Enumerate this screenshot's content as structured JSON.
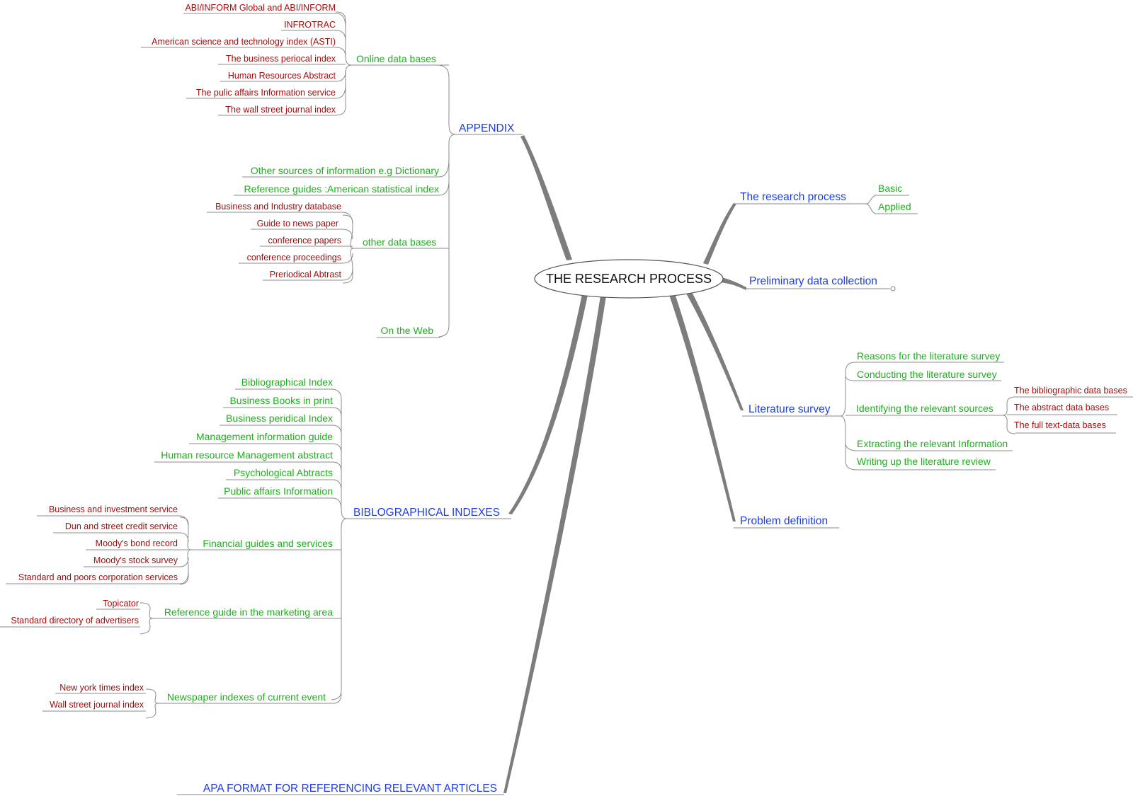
{
  "center": {
    "label": "THE RESEARCH PROCESS"
  },
  "branches": {
    "appendix": {
      "label": "APPENDIX",
      "online": {
        "label": "Online data bases",
        "items": [
          "ABI/INFORM Global and ABI/INFORM",
          "INFROTRAC",
          "American science and technology index (ASTI)",
          "The business periocal index",
          "Human Resources Abstract",
          "The pulic affairs Information service",
          "The wall street journal index"
        ]
      },
      "other_sources": "Other sources of information e.g Dictionary",
      "reference_guides": "Reference guides :American statistical index",
      "other_db": {
        "label": "other data bases",
        "items": [
          "Business and Industry database",
          "Guide to news paper",
          "conference papers",
          "conference proceedings",
          "Preriodical Abtrast"
        ]
      },
      "web": "On the Web"
    },
    "biblio": {
      "label": "BIBLOGRAPHICAL INDEXES",
      "items": [
        "Bibliographical Index",
        "Business Books in print",
        "Business peridical Index",
        "Management information guide",
        "Human resource Management abstract",
        "Psychological Abtracts",
        "Public affairs Information"
      ],
      "financial": {
        "label": "Financial guides and services",
        "items": [
          "Business and investment  service",
          "Dun and street credit service",
          "Moody's bond record",
          "Moody's stock survey",
          "Standard and poors corporation services"
        ]
      },
      "marketing": {
        "label": "Reference guide in the marketing area",
        "items": [
          "Topicator",
          "Standard directory of advertisers"
        ]
      },
      "newspaper": {
        "label": "Newspaper indexes of current event",
        "items": [
          "New york times index",
          "Wall street journal index"
        ]
      }
    },
    "apa": {
      "label": "APA FORMAT FOR REFERENCING RELEVANT ARTICLES"
    },
    "research": {
      "label": "The research process",
      "items": [
        "Basic",
        "Applied"
      ]
    },
    "prelim": {
      "label": "Preliminary data collection"
    },
    "literature": {
      "label": "Literature survey",
      "items": [
        "Reasons for the literature survey",
        "Conducting the literature survey",
        "Identifying the relevant sources",
        "Extracting the relevant Information",
        "Writing up the literature review"
      ],
      "sources": [
        "The bibliographic data bases",
        "The abstract data bases",
        "The full text-data bases"
      ]
    },
    "problem": {
      "label": "Problem definition"
    }
  },
  "colors": {
    "level1": "#1f3de0",
    "level2": "#1db01d",
    "level3": "#a50d0d",
    "center": "#111111",
    "connector": "#8c8c8c"
  }
}
